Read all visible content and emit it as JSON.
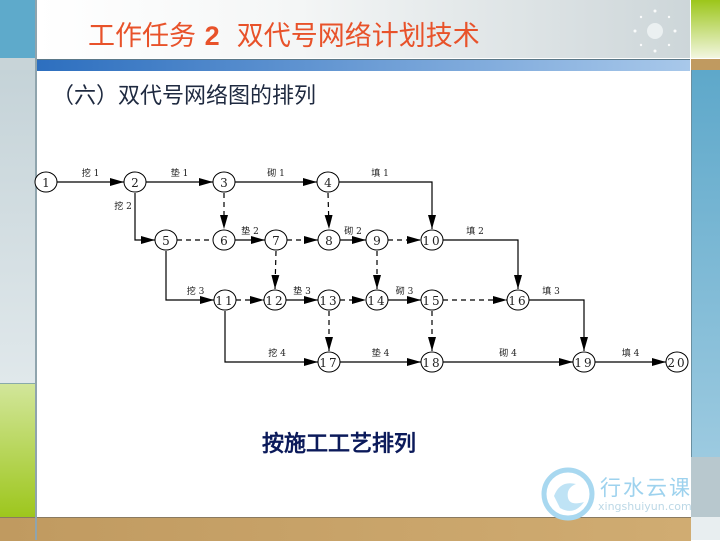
{
  "header": {
    "title_pre": "工作任务",
    "title_num": "2",
    "title_post": "双代号网络计划技术"
  },
  "subtitle": "（六）双代号网络图的排列",
  "caption": "按施工工艺排列",
  "watermark": {
    "name": "行水云课",
    "url": "xingshuiyun.com"
  },
  "diagram": {
    "nodes": [
      "1",
      "2",
      "3",
      "4",
      "5",
      "6",
      "7",
      "8",
      "9",
      "10",
      "11",
      "12",
      "13",
      "14",
      "15",
      "16",
      "17",
      "18",
      "19",
      "20"
    ],
    "edges": [
      {
        "from": "1",
        "to": "2",
        "label": "挖 1",
        "dashed": false
      },
      {
        "from": "2",
        "to": "3",
        "label": "垫 1",
        "dashed": false
      },
      {
        "from": "3",
        "to": "4",
        "label": "砌 1",
        "dashed": false
      },
      {
        "from": "4",
        "to": "10",
        "label": "填 1",
        "dashed": false
      },
      {
        "from": "2",
        "to": "5",
        "label": "挖 2",
        "dashed": false
      },
      {
        "from": "6",
        "to": "7",
        "label": "垫 2",
        "dashed": false
      },
      {
        "from": "8",
        "to": "9",
        "label": "砌 2",
        "dashed": false
      },
      {
        "from": "10",
        "to": "16",
        "label": "填 2",
        "dashed": false
      },
      {
        "from": "5",
        "to": "11",
        "label": "挖 3",
        "dashed": false
      },
      {
        "from": "12",
        "to": "13",
        "label": "垫 3",
        "dashed": false
      },
      {
        "from": "14",
        "to": "15",
        "label": "砌 3",
        "dashed": false
      },
      {
        "from": "16",
        "to": "19",
        "label": "填 3",
        "dashed": false
      },
      {
        "from": "11",
        "to": "17",
        "label": "挖 4",
        "dashed": false
      },
      {
        "from": "17",
        "to": "18",
        "label": "垫 4",
        "dashed": false
      },
      {
        "from": "18",
        "to": "19",
        "label": "砌 4",
        "dashed": false
      },
      {
        "from": "19",
        "to": "20",
        "label": "填 4",
        "dashed": false
      },
      {
        "from": "3",
        "to": "6",
        "label": "",
        "dashed": true
      },
      {
        "from": "4",
        "to": "8",
        "label": "",
        "dashed": true
      },
      {
        "from": "5",
        "to": "6",
        "label": "",
        "dashed": true
      },
      {
        "from": "7",
        "to": "8",
        "label": "",
        "dashed": true
      },
      {
        "from": "9",
        "to": "10",
        "label": "",
        "dashed": true
      },
      {
        "from": "7",
        "to": "12",
        "label": "",
        "dashed": true
      },
      {
        "from": "9",
        "to": "14",
        "label": "",
        "dashed": true
      },
      {
        "from": "11",
        "to": "12",
        "label": "",
        "dashed": true
      },
      {
        "from": "13",
        "to": "14",
        "label": "",
        "dashed": true
      },
      {
        "from": "13",
        "to": "17",
        "label": "",
        "dashed": true
      },
      {
        "from": "15",
        "to": "16",
        "label": "",
        "dashed": true
      },
      {
        "from": "15",
        "to": "18",
        "label": "",
        "dashed": true
      }
    ]
  }
}
